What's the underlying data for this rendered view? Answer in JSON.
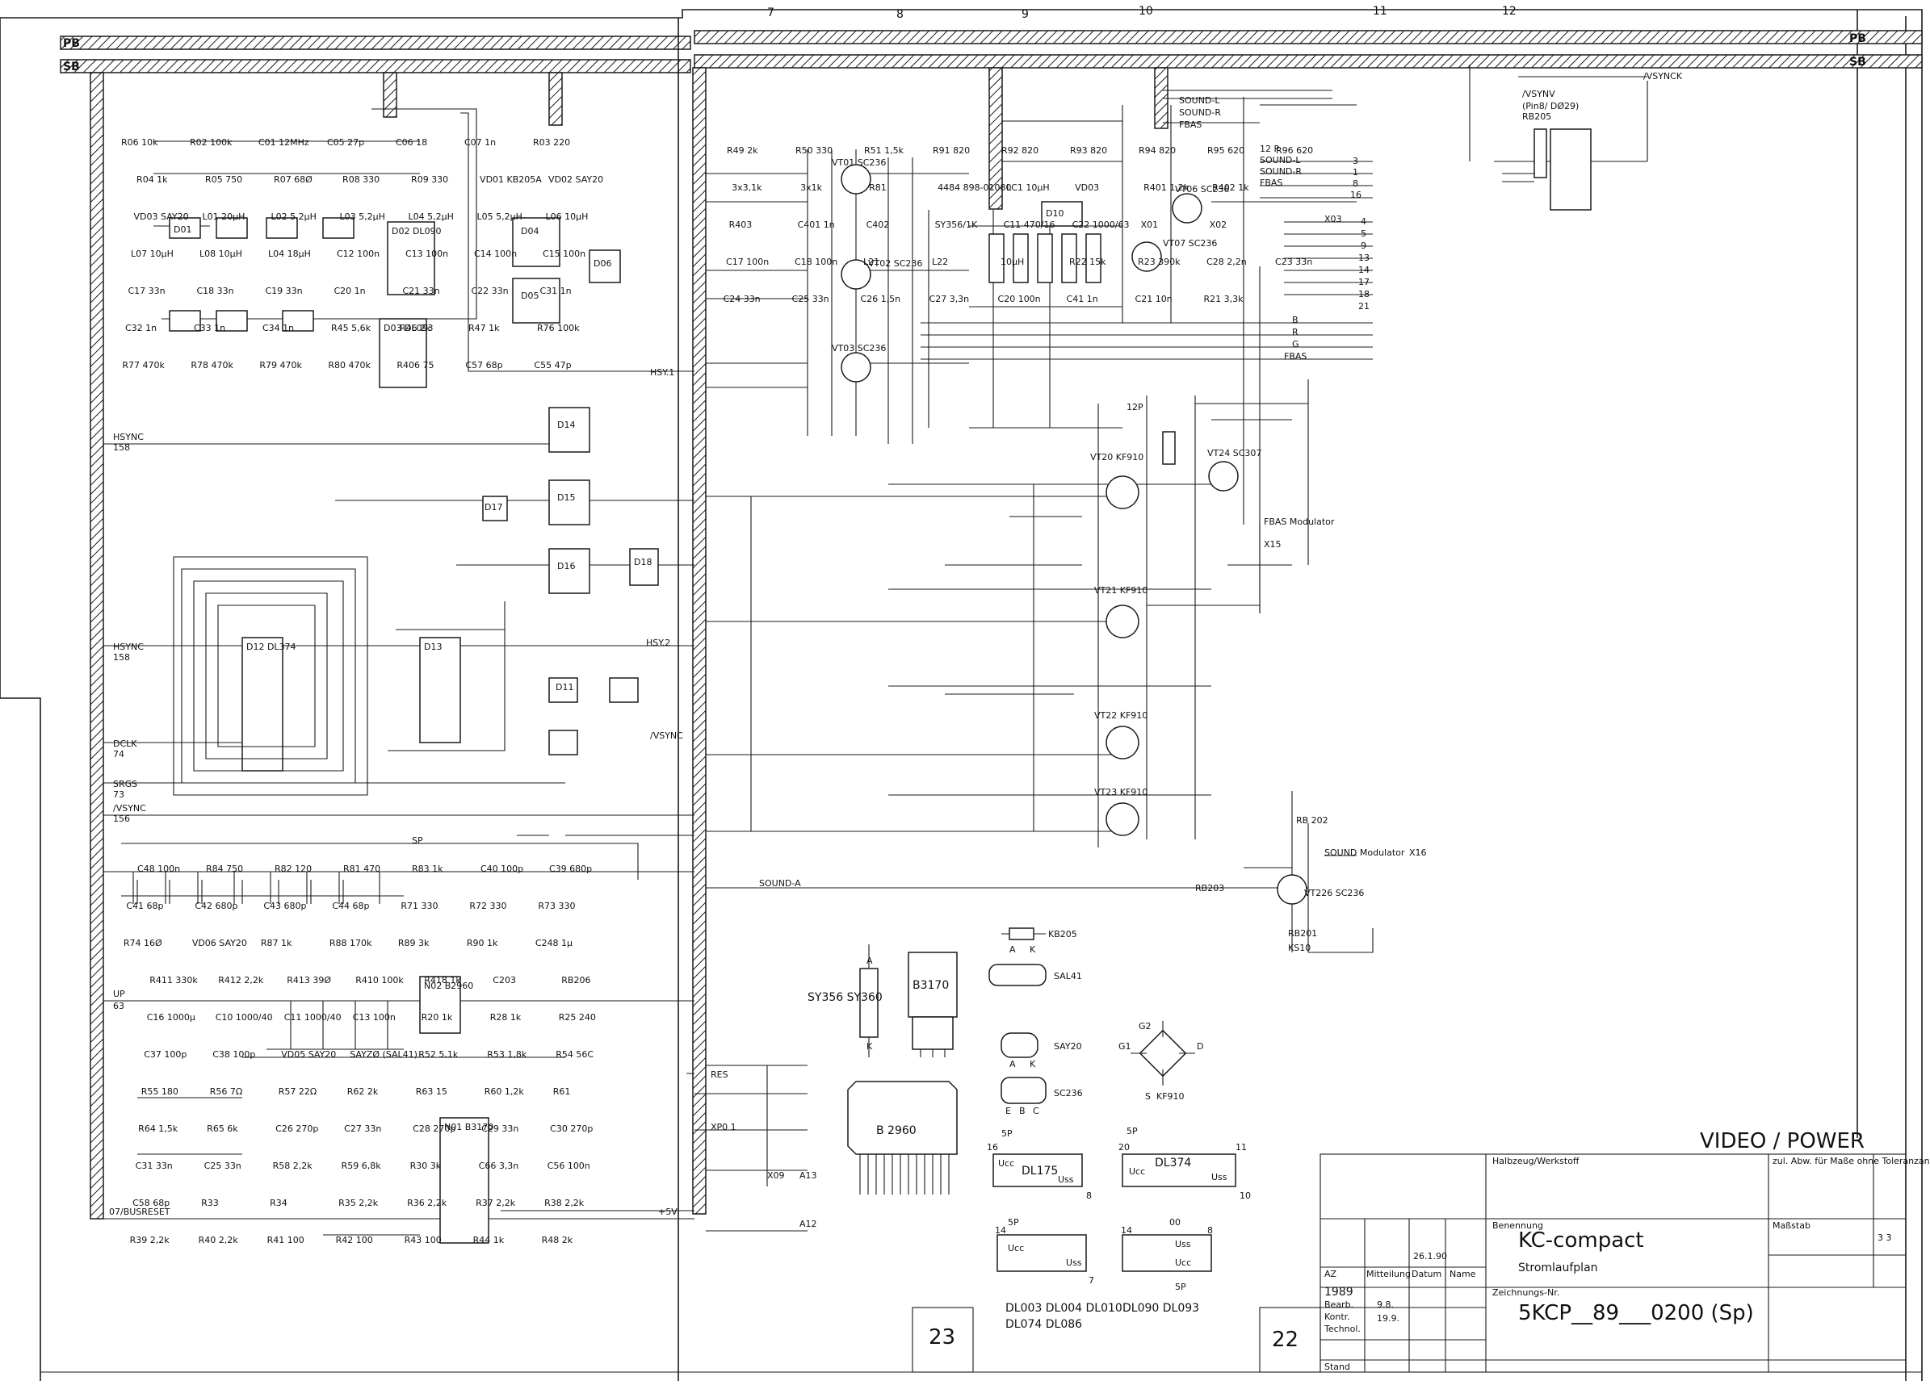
{
  "sheet": {
    "title_block": {
      "section_title": "VIDEO / POWER",
      "product_name": "KC-compact",
      "drawing_type": "Stromlaufplan",
      "drawing_number": "5KCP__89___0200 (Sp)",
      "year": "1989",
      "sheet_label": "22",
      "sheet_next": "23",
      "date1": "9.8.",
      "date2": "19.9.",
      "date3": "26.1.90",
      "hdr_werkstoff": "Halbzeug/Werkstoff",
      "hdr_abw": "zul. Abw. für Maße ohne Toleranzang.",
      "hdr_benennung": "Benennung",
      "hdr_massstab": "Maßstab",
      "hdr_datum": "Datum",
      "hdr_name": "Name",
      "hdr_mitteilung": "Mitteilung",
      "hdr_zeichnung": "Zeichnungs-Nr.",
      "hdr_bearb": "Bearb.",
      "hdr_kontr": "Kontr.",
      "hdr_technol": "Technol.",
      "hdr_stand": "Stand",
      "hdr_az": "AZ",
      "sheet_count": "3  3"
    },
    "buses": {
      "pb": "PB",
      "sb": "SB"
    },
    "left_signals": [
      "HSYNC",
      "158",
      "HSYNC",
      "158",
      "DCLK",
      "74",
      "SRGS",
      "73",
      "/VSYNC",
      "156",
      "UP",
      "63",
      "07/BUSRESET"
    ],
    "center_signals": [
      "HSY.1",
      "HSY.2",
      "/VSYNC",
      "SP",
      "SOUND-A",
      "RES",
      "XP0 1",
      "X09",
      "A13",
      "A12",
      "+5V",
      "12P"
    ],
    "right_signals": [
      "SOUND-L",
      "SOUND-R",
      "FBAS",
      "/VSYNCK",
      "/VSYNV",
      "(Pin8/ DØ29)",
      "RB205",
      "X03",
      "SOUND Modulator",
      "FBAS Modulator",
      "X15",
      "X16",
      "KS10",
      "RB203",
      "RB201",
      "RB 202",
      "12 P",
      "SOUND-L",
      "SOUND-R",
      "FBAS",
      "R",
      "B",
      "G",
      "FBAS"
    ],
    "pin_numbers_right": [
      "3",
      "1",
      "8",
      "16",
      "4",
      "5",
      "9",
      "13",
      "14",
      "17",
      "18",
      "21"
    ],
    "transistors": [
      "VT01 SC236",
      "VT02 SC236",
      "VT03 SC236",
      "VT06 SC236",
      "VT07 SC236",
      "VT20 KF910",
      "VT21 KF910",
      "VT22 KF910",
      "VT23 KF910",
      "VT24 SC307",
      "VT226 SC236"
    ],
    "ics": [
      "D01",
      "D02 DL090",
      "D03 DL093",
      "D04",
      "D05",
      "D06",
      "D10",
      "D11",
      "D12 DL374",
      "D13",
      "D14",
      "D15",
      "D16",
      "D17",
      "D18",
      "N01 B3170",
      "N02 B2960"
    ],
    "legend": {
      "kb": "KB205",
      "sal": "SAL41",
      "say": "SAY20",
      "sc": "SC236",
      "kf": "KF910",
      "sy": "SY356 SY360",
      "b3170": "B3170",
      "b2960": "B 2960",
      "dl175": "DL175",
      "dl374": "DL374",
      "ucc": "Ucc",
      "uss": "Uss",
      "dl_list_a": "DL003 DL004 DL010",
      "dl_list_b": "DL074 DL086",
      "dl_list_c": "DL090 DL093",
      "pin_a": "A",
      "pin_k": "K",
      "pin_e": "E",
      "pin_b": "B",
      "pin_c": "C",
      "pin_g1": "G1",
      "pin_g2": "G2",
      "pin_d": "D",
      "pin_s": "S",
      "pin_5p": "5P",
      "pin_16": "16",
      "pin_8": "8",
      "pin_20": "20",
      "pin_11": "11",
      "pin_10": "10",
      "pin_14": "14",
      "pin_7": "7",
      "pin_00": "00"
    },
    "component_values": [
      "R06 10k",
      "R02 100k",
      "C01 12MHz",
      "C05 27p",
      "C06 18",
      "C07 1n",
      "R03 220",
      "R04 1k",
      "R05 750",
      "R07 68Ø",
      "R08 330",
      "R09 330",
      "VD01 KB205A",
      "VD02 SAY20",
      "VD03 SAY20",
      "L01 20μH",
      "L02 5,2μH",
      "L03 5,2μH",
      "L04 5,2μH",
      "L05 5,2μH",
      "L06 10μH",
      "L07 10μH",
      "L08 10μH",
      "L04 18μH",
      "C12 100n",
      "C13 100n",
      "C14 100n",
      "C15 100n",
      "C17 33n",
      "C18 33n",
      "C19 33n",
      "C20 1n",
      "C21 33n",
      "C22 33n",
      "C31 1n",
      "C32 1n",
      "C33 1n",
      "C34 1n",
      "R45 5,6k",
      "R46 2k",
      "R47 1k",
      "R76 100k",
      "R77 470k",
      "R78 470k",
      "R79 470k",
      "R80 470k",
      "R406 75",
      "C57 68p",
      "C55 47p",
      "C48 100n",
      "R84 750",
      "R82 120",
      "R81 470",
      "R83 1k",
      "C40 100p",
      "C39 680p",
      "C41 68p",
      "C42 680p",
      "C43 680p",
      "C44 68p",
      "R71 330",
      "R72 330",
      "R73 330",
      "R74 16Ø",
      "VD06 SAY20",
      "R87 1k",
      "R88 170k",
      "R89 3k",
      "R90 1k",
      "C248 1μ",
      "R411 330k",
      "R412 2,2k",
      "R413 39Ø",
      "R410 100k",
      "R418 1k",
      "C203",
      "RB206",
      "C16 1000μ",
      "C10 1000/40",
      "C11 1000/40",
      "C13 100n",
      "R20 1k",
      "R28 1k",
      "R25 240",
      "C37 100p",
      "C38 100p",
      "VD05 SAY20",
      "SAYZØ (SAL41)",
      "R52 5,1k",
      "R53 1,8k",
      "R54 56C",
      "R55 180",
      "R56 7Ω",
      "R57 22Ω",
      "R62 2k",
      "R63 15",
      "R60 1,2k",
      "R61",
      "R64 1,5k",
      "R65 6k",
      "C26 270p",
      "C27 33n",
      "C28 270p",
      "C29 33n",
      "C30 270p",
      "C31 33n",
      "C25 33n",
      "R58 2,2k",
      "R59 6,8k",
      "R30 3k",
      "C66 3,3n",
      "C56 100n",
      "C58 68p",
      "R33",
      "R34",
      "R35 2,2k",
      "R36 2,2k",
      "R37 2,2k",
      "R38 2,2k",
      "R39 2,2k",
      "R40 2,2k",
      "R41 100",
      "R42 100",
      "R43 100",
      "R44 1k",
      "R48 2k",
      "R49 2k",
      "R50 330",
      "R51 1,5k",
      "R91 820",
      "R92 820",
      "R93 820",
      "R94 820",
      "R95 620",
      "R96 620",
      "3x3,1k",
      "3x1k",
      "R81",
      "4484 898-01080",
      "LC1 10μH",
      "VD03",
      "R401 1,2k",
      "R402 1k",
      "R403",
      "C401 1n",
      "C402",
      "SY356/1K",
      "C11 470/16",
      "C22 1000/63",
      "X01",
      "X02",
      "C17 100n",
      "C18 100n",
      "L21",
      "L22",
      "10μH",
      "R22 15k",
      "R23 390k",
      "C28 2,2n",
      "C23 33n",
      "C24 33n",
      "C25 33n",
      "C26 1,5n",
      "C27 3,3n",
      "C20 100n",
      "C41 1n",
      "C21 10n",
      "R21 3,3k"
    ]
  }
}
